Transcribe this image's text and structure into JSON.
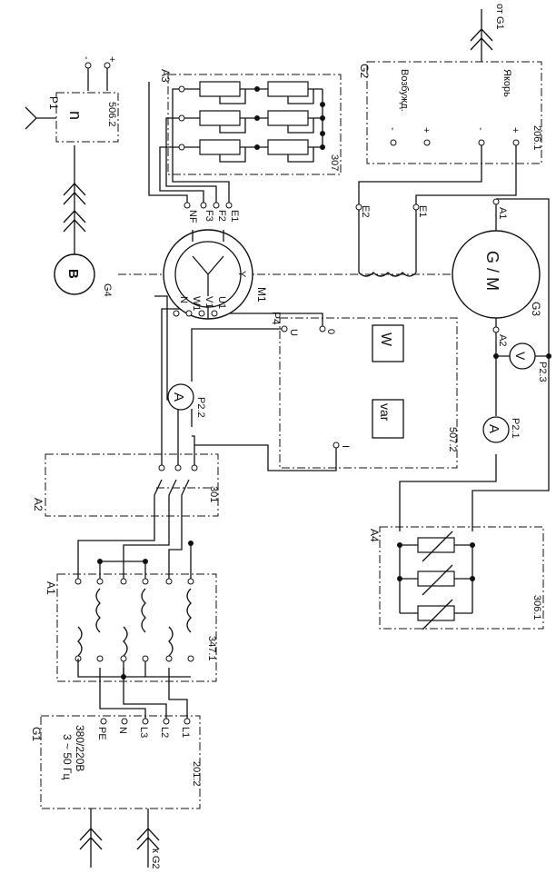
{
  "modules": {
    "g1_bottom": {
      "id": "G1",
      "code": "201.2",
      "rating": "380/220В",
      "freq": "3 ~ 50 Гц",
      "terminals": [
        "L1",
        "L2",
        "L3",
        "N",
        "PE"
      ],
      "source_label": "к G2"
    },
    "a1": {
      "id": "A1",
      "code": "347.1"
    },
    "a2": {
      "id": "A2",
      "code": "301"
    },
    "p4": {
      "id": "P4",
      "code": "507.2",
      "watt": "W",
      "var": "var",
      "t_u": "U",
      "t_0": "0",
      "t_i": "I"
    },
    "p22": {
      "id": "P2.2",
      "symbol": "A"
    },
    "m1": {
      "id": "M1",
      "star": "Y",
      "bottom_terminals": [
        "U1",
        "V1",
        "W1",
        "N"
      ],
      "top_terminals": [
        "E1",
        "F2",
        "F3",
        "NF"
      ]
    },
    "g4": {
      "id": "G4",
      "symbol": "B"
    },
    "p1": {
      "id": "P1",
      "code": "506.2",
      "symbol": "n",
      "minus": "-",
      "plus": "+"
    },
    "a3": {
      "id": "A3",
      "code": "307"
    },
    "g2": {
      "id": "G2",
      "code": "206.1",
      "field": "Возбужд.",
      "armature": "Якорь",
      "minus": "-",
      "plus": "+",
      "from_label": "от G1"
    },
    "g3": {
      "id": "G3",
      "symbol": "G / M",
      "a1": "A1",
      "a2": "A2",
      "e1": "E1",
      "e2": "E2"
    },
    "p23": {
      "id": "P2.3",
      "symbol": "V"
    },
    "p21": {
      "id": "P2.1",
      "symbol": "A"
    },
    "a4": {
      "id": "A4",
      "code": "306.1"
    }
  }
}
